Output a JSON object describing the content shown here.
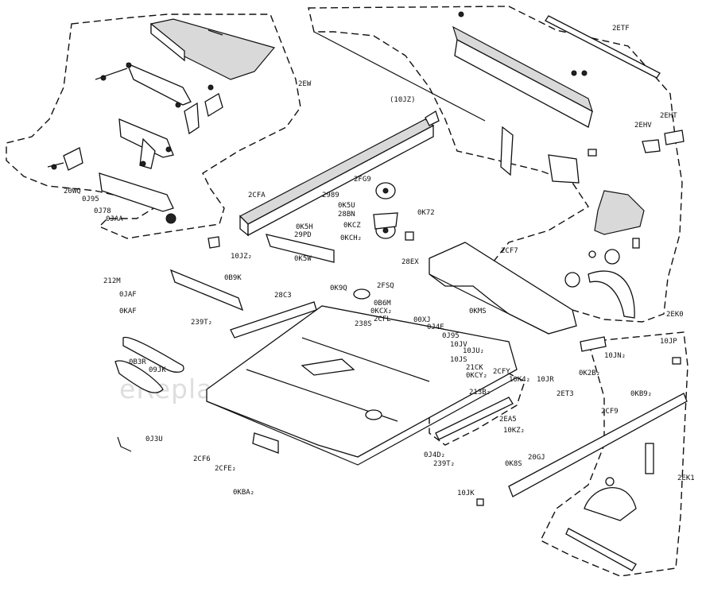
{
  "watermark": "eReplacementParts.com",
  "labels": {
    "l_2ew": "2EW",
    "l_2etf": "2ETF",
    "l_10jz": "(10JZ)",
    "l_2ehv": "2EHV",
    "l_2eht": "2EHT",
    "l_20wq": "20WQ",
    "l_0j95a": "0J95",
    "l_0j78": "0J78",
    "l_0jaa": "0JAA",
    "l_2cfa": "2CFA",
    "l_2fg9": "2FG9",
    "l_2989": "2989",
    "l_0k5u": "0K5U",
    "l_28bn": "28BN",
    "l_0k72": "0K72",
    "l_0kcz": "0KCZ",
    "l_0k5h": "0K5H",
    "l_29pd": "29PD",
    "l_0kch": "0KCH₂",
    "l_10jzb": "10JZ₂",
    "l_0k5w": "0K5W",
    "l_28ex": "28EX",
    "l_2cf7": "2CF7",
    "l_212m": "212M",
    "l_0jaf": "0JAF",
    "l_0kaf": "0KAF",
    "l_0b9k": "0B9K",
    "l_0k9q": "0K9Q",
    "l_2fsq": "2FSQ",
    "l_0b6m": "0B6M",
    "l_0kcx": "0KCX₂",
    "l_2cfl": "2CFL",
    "l_0kms": "0KMS",
    "l_28c3": "28C3",
    "l_00xj": "00XJ",
    "l_0j4e": "0J4E",
    "l_0j95b": "0J95",
    "l_10jv": "10JV",
    "l_239t1": "239T₂",
    "l_238s": "238S",
    "l_10ju": "10JU₂",
    "l_10jn": "10JN₂",
    "l_10jp": "10JP",
    "l_2ek0": "2EK0",
    "l_10js": "10JS",
    "l_21ck": "21CK",
    "l_0kcy": "0KCY₂",
    "l_2cfy": "2CFY",
    "l_10k4": "10K4₂",
    "l_10jr": "10JR",
    "l_0k2b": "0K2B₂",
    "l_0b3r": "0B3R",
    "l_09jk": "09JK",
    "l_213b": "213B₂",
    "l_2et3": "2ET3",
    "l_0kb9": "0KB9₂",
    "l_2cf9": "2CF9",
    "l_2ea5": "2EA5",
    "l_10kz": "10KZ₂",
    "l_0j3u": "0J3U",
    "l_0j4d": "0J4D₂",
    "l_239t2": "239T₂",
    "l_0k8s": "0K8S",
    "l_20gj": "20GJ",
    "l_2cf6": "2CF6",
    "l_2cfe": "2CFE₂",
    "l_2ek1": "2EK1",
    "l_10jk": "10JK",
    "l_0kba": "0KBA₂"
  }
}
